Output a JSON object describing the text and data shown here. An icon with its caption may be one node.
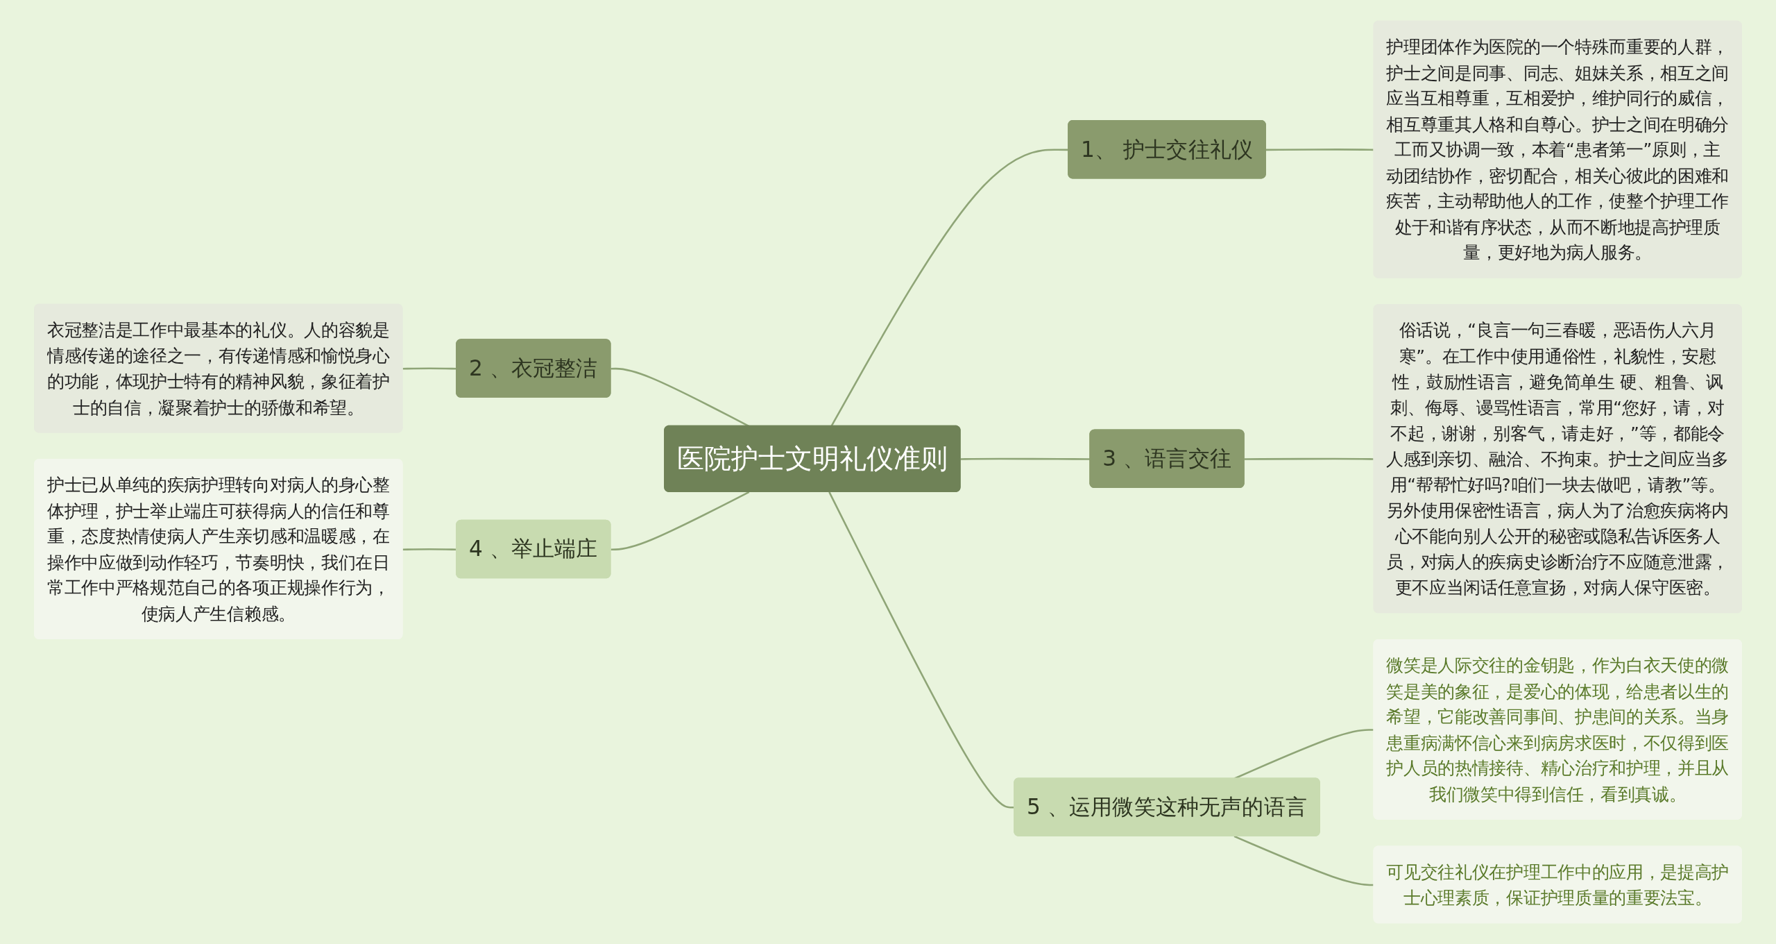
{
  "diagram": {
    "nodes": [
      {
        "text": [
          "医院护士文明礼仪准则"
        ]
      },
      {
        "text": [
          "1、 护士交往礼仪"
        ]
      },
      {
        "text": [
          "护理团体作为医院的一个特殊而重要的人群，护士之间是同事、同志、姐妹关系，相互之间应当互相尊重，互相爱护，维护同行的威信，相互尊重其人格和自尊心。护士之间在明确分工而又协调一致，本着“患者第一”原则，主动团结协作，密切配合，相关心彼此的困难和疾苦，主动帮助他人的工作，使整个护理工作处于和谐有序状态，从而不断地提高护理质量，更好地为病人服务。"
        ]
      },
      {
        "text": [
          "2 、衣冠整洁"
        ]
      },
      {
        "text": [
          "衣冠整洁是工作中最基本的礼仪。人的容貌是情感传递的途径之一，有传递情感和愉悦身心的功能，体现护士特有的精神风貌，象征着护士的自信，凝聚着护士的骄傲和希望。"
        ]
      },
      {
        "text": [
          "3 、语言交往"
        ]
      },
      {
        "text": [
          "俗话说，“良言一句三春暖，恶语伤人六月寒”。在工作中使用通俗性，礼貌性，安慰性，鼓励性语言，避免简单生 硬、粗鲁、讽刺、侮辱、谩骂性语言，常用“您好，请，对不起，谢谢，别客气，请走好，”等，都能令人感到亲切、融洽、不拘束。护士之间应当多用“帮帮忙好吗?咱们一块去做吧，请教”等。另外使用保密性语言，病人为了治愈疾病将内心不能向别人公开的秘密或隐私告诉医务人员，对病人的疾病史诊断治疗不应随意泄露，更不应当闲话任意宣扬，对病人保守医密。"
        ]
      },
      {
        "text": [
          "4 、举止端庄"
        ]
      },
      {
        "text": [
          "护士已从单纯的疾病护理转向对病人的身心整体护理，护士举止端庄可获得病人的信任和尊重，态度热情使病人产生亲切感和温暖感，在操作中应做到动作轻巧，节奏明快，我们在日常工作中严格规范自己的各项正规操作行为，使病人产生信赖感。"
        ]
      },
      {
        "text": [
          "5 、运用微笑这种无声的语言"
        ]
      },
      {
        "text": [
          "微笑是人际交往的金钥匙，作为白衣天使的微笑是美的象征，是爱心的体现，给患者以生的希望，它能改善同事间、护患间的关系。当身患重病满怀信心来到病房求医时，不仅得到医护人员的热情接待、精心治疗和护理，并且从我们微笑中得到信任，看到真诚。"
        ]
      },
      {
        "text": [
          "可见交往礼仪在护理工作中的应用，是提高护士心理素质，保证护理质量的重要法宝。"
        ]
      }
    ],
    "edges": [
      {
        "from": 0,
        "to": 1,
        "arrow": "none"
      },
      {
        "from": 1,
        "to": 2,
        "arrow": "none"
      },
      {
        "from": 3,
        "to": 0,
        "arrow": "none"
      },
      {
        "from": 4,
        "to": 3,
        "arrow": "none"
      },
      {
        "from": 0,
        "to": 5,
        "arrow": "none"
      },
      {
        "from": 5,
        "to": 6,
        "arrow": "none"
      },
      {
        "from": 7,
        "to": 0,
        "arrow": "none"
      },
      {
        "from": 8,
        "to": 7,
        "arrow": "none"
      },
      {
        "from": 0,
        "to": 9,
        "arrow": "none"
      },
      {
        "from": 9,
        "to": 10,
        "arrow": "none"
      },
      {
        "from": 9,
        "to": 11,
        "arrow": "none"
      }
    ]
  }
}
